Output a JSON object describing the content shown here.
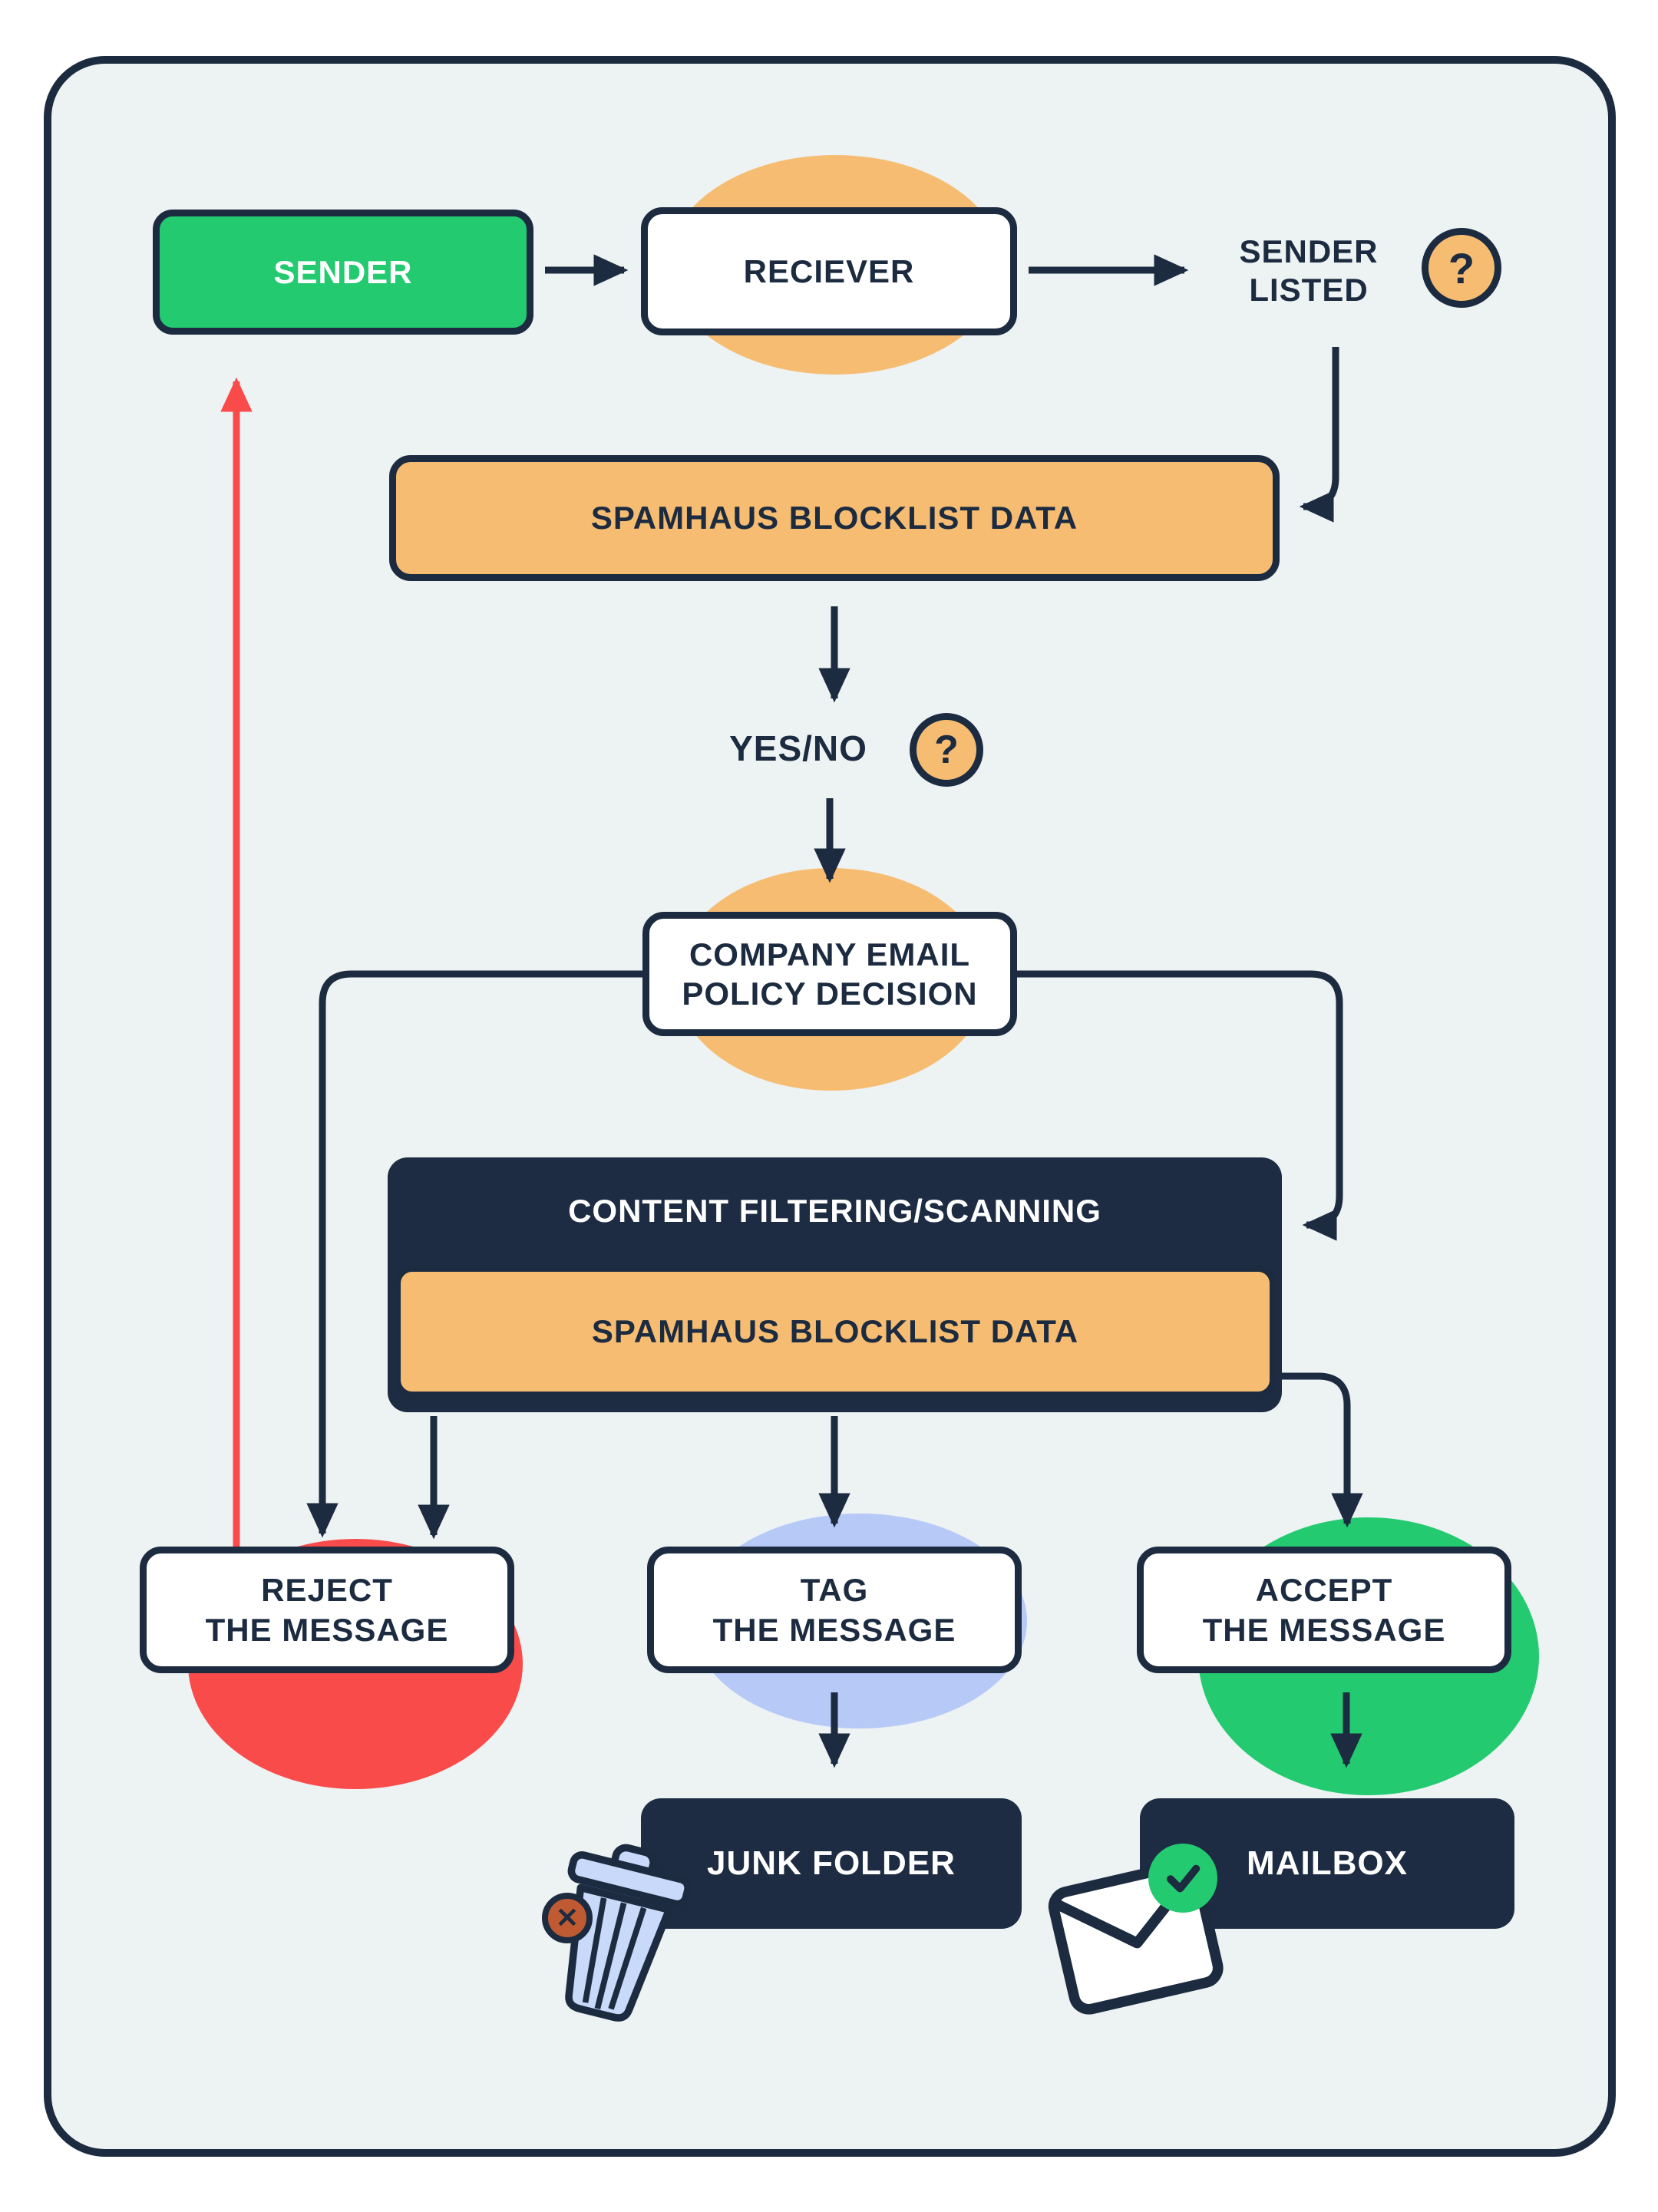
{
  "theme": {
    "colors": {
      "page-bg": "#ffffff",
      "card-bg": "#edf2f3",
      "navy": "#1c2b40",
      "navy-fill": "#1d2c42",
      "green": "#23ca70",
      "orange": "#f6bd72",
      "red": "#fa4b4b",
      "blue": "#b7c9f7",
      "rust": "#bf5a33",
      "trash-blue": "#c9d9f9",
      "white": "#ffffff"
    }
  },
  "nodes": {
    "sender": {
      "label": "SENDER"
    },
    "reciever": {
      "label": "RECIEVER"
    },
    "sender_listed": {
      "line1": "SENDER",
      "line2": "LISTED"
    },
    "spamhaus_top": {
      "label": "SPAMHAUS BLOCKLIST DATA"
    },
    "yes_no": {
      "label": "YES/NO"
    },
    "policy": {
      "line1": "COMPANY EMAIL",
      "line2": "POLICY DECISION"
    },
    "content_filtering": {
      "label": "CONTENT FILTERING/SCANNING"
    },
    "spamhaus_inner": {
      "label": "SPAMHAUS BLOCKLIST DATA"
    },
    "reject": {
      "line1": "REJECT",
      "line2": "THE MESSAGE"
    },
    "tag": {
      "line1": "TAG",
      "line2": "THE MESSAGE"
    },
    "accept": {
      "line1": "ACCEPT",
      "line2": "THE MESSAGE"
    },
    "junk_folder": {
      "label": "JUNK FOLDER"
    },
    "mailbox": {
      "label": "MAILBOX"
    }
  },
  "badges": {
    "question": "?",
    "cross": "✕"
  },
  "icons": {
    "trash": "trash-can-with-cross-badge",
    "envelope": "envelope-with-check-badge"
  }
}
